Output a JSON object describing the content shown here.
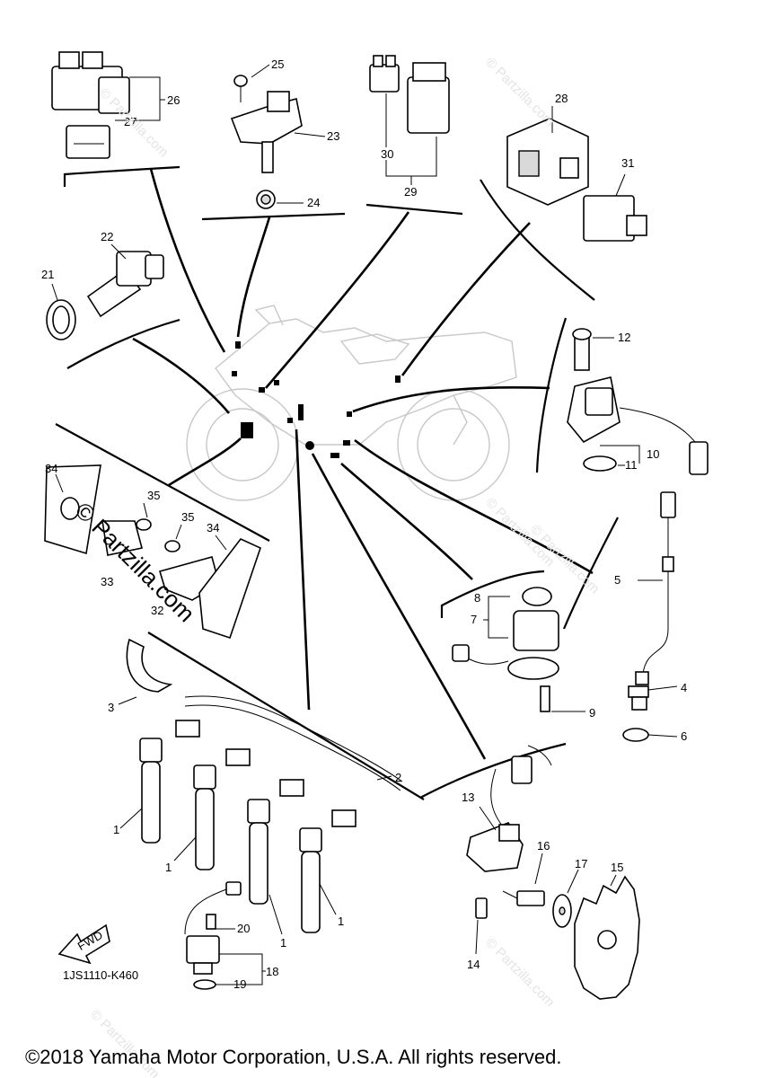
{
  "diagram_code": "1JS1110-K460",
  "copyright": "©2018 Yamaha Motor Corporation, U.S.A. All rights reserved.",
  "watermark": "© Partzilla.com",
  "fwd_label": "FWD",
  "callouts": {
    "c1a": "1",
    "c1b": "1",
    "c1c": "1",
    "c1d": "1",
    "c2": "2",
    "c3": "3",
    "c4": "4",
    "c5": "5",
    "c6": "6",
    "c7": "7",
    "c8": "8",
    "c9": "9",
    "c10": "10",
    "c11": "11",
    "c12": "12",
    "c13": "13",
    "c14": "14",
    "c15": "15",
    "c16": "16",
    "c17": "17",
    "c18": "18",
    "c19": "19",
    "c20": "20",
    "c21": "21",
    "c22": "22",
    "c23": "23",
    "c24": "24",
    "c25": "25",
    "c26": "26",
    "c27": "27",
    "c28": "28",
    "c29": "29",
    "c30": "30",
    "c31": "31",
    "c32": "32",
    "c33": "33",
    "c34a": "34",
    "c34b": "34",
    "c35a": "35",
    "c35b": "35"
  }
}
